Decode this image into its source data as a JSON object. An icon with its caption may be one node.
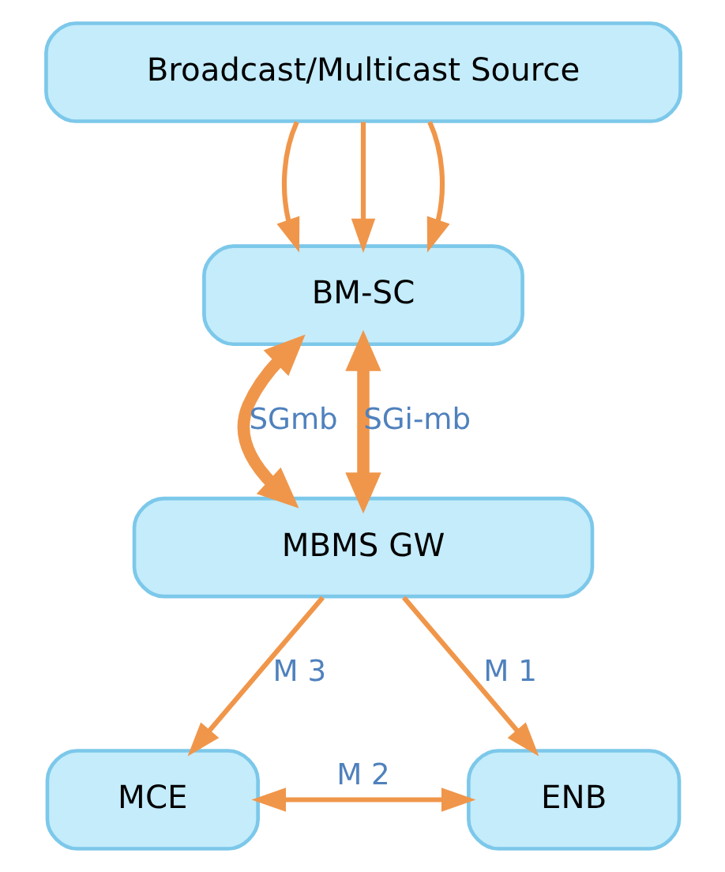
{
  "diagram": {
    "nodes": [
      {
        "text": [
          "Broadcast/Multicast Source"
        ]
      },
      {
        "text": [
          "BM-SC"
        ]
      },
      {
        "text": [
          "MBMS GW"
        ]
      },
      {
        "text": [
          "MCE"
        ]
      },
      {
        "text": [
          "ENB"
        ]
      }
    ],
    "edges": [
      {
        "from": 0,
        "to": 1,
        "arrow": "to"
      },
      {
        "from": 0,
        "to": 1,
        "arrow": "to"
      },
      {
        "from": 0,
        "to": 1,
        "arrow": "to"
      },
      {
        "from": 1,
        "to": 2,
        "arrow": "both",
        "label": "SGmb",
        "style": "thick"
      },
      {
        "from": 1,
        "to": 2,
        "arrow": "both",
        "label": "SGi-mb",
        "style": "thick"
      },
      {
        "from": 2,
        "to": 3,
        "arrow": "to",
        "label": "M 3"
      },
      {
        "from": 2,
        "to": 4,
        "arrow": "to",
        "label": "M 1"
      },
      {
        "from": 3,
        "to": 4,
        "arrow": "both",
        "label": "M 2"
      }
    ]
  }
}
